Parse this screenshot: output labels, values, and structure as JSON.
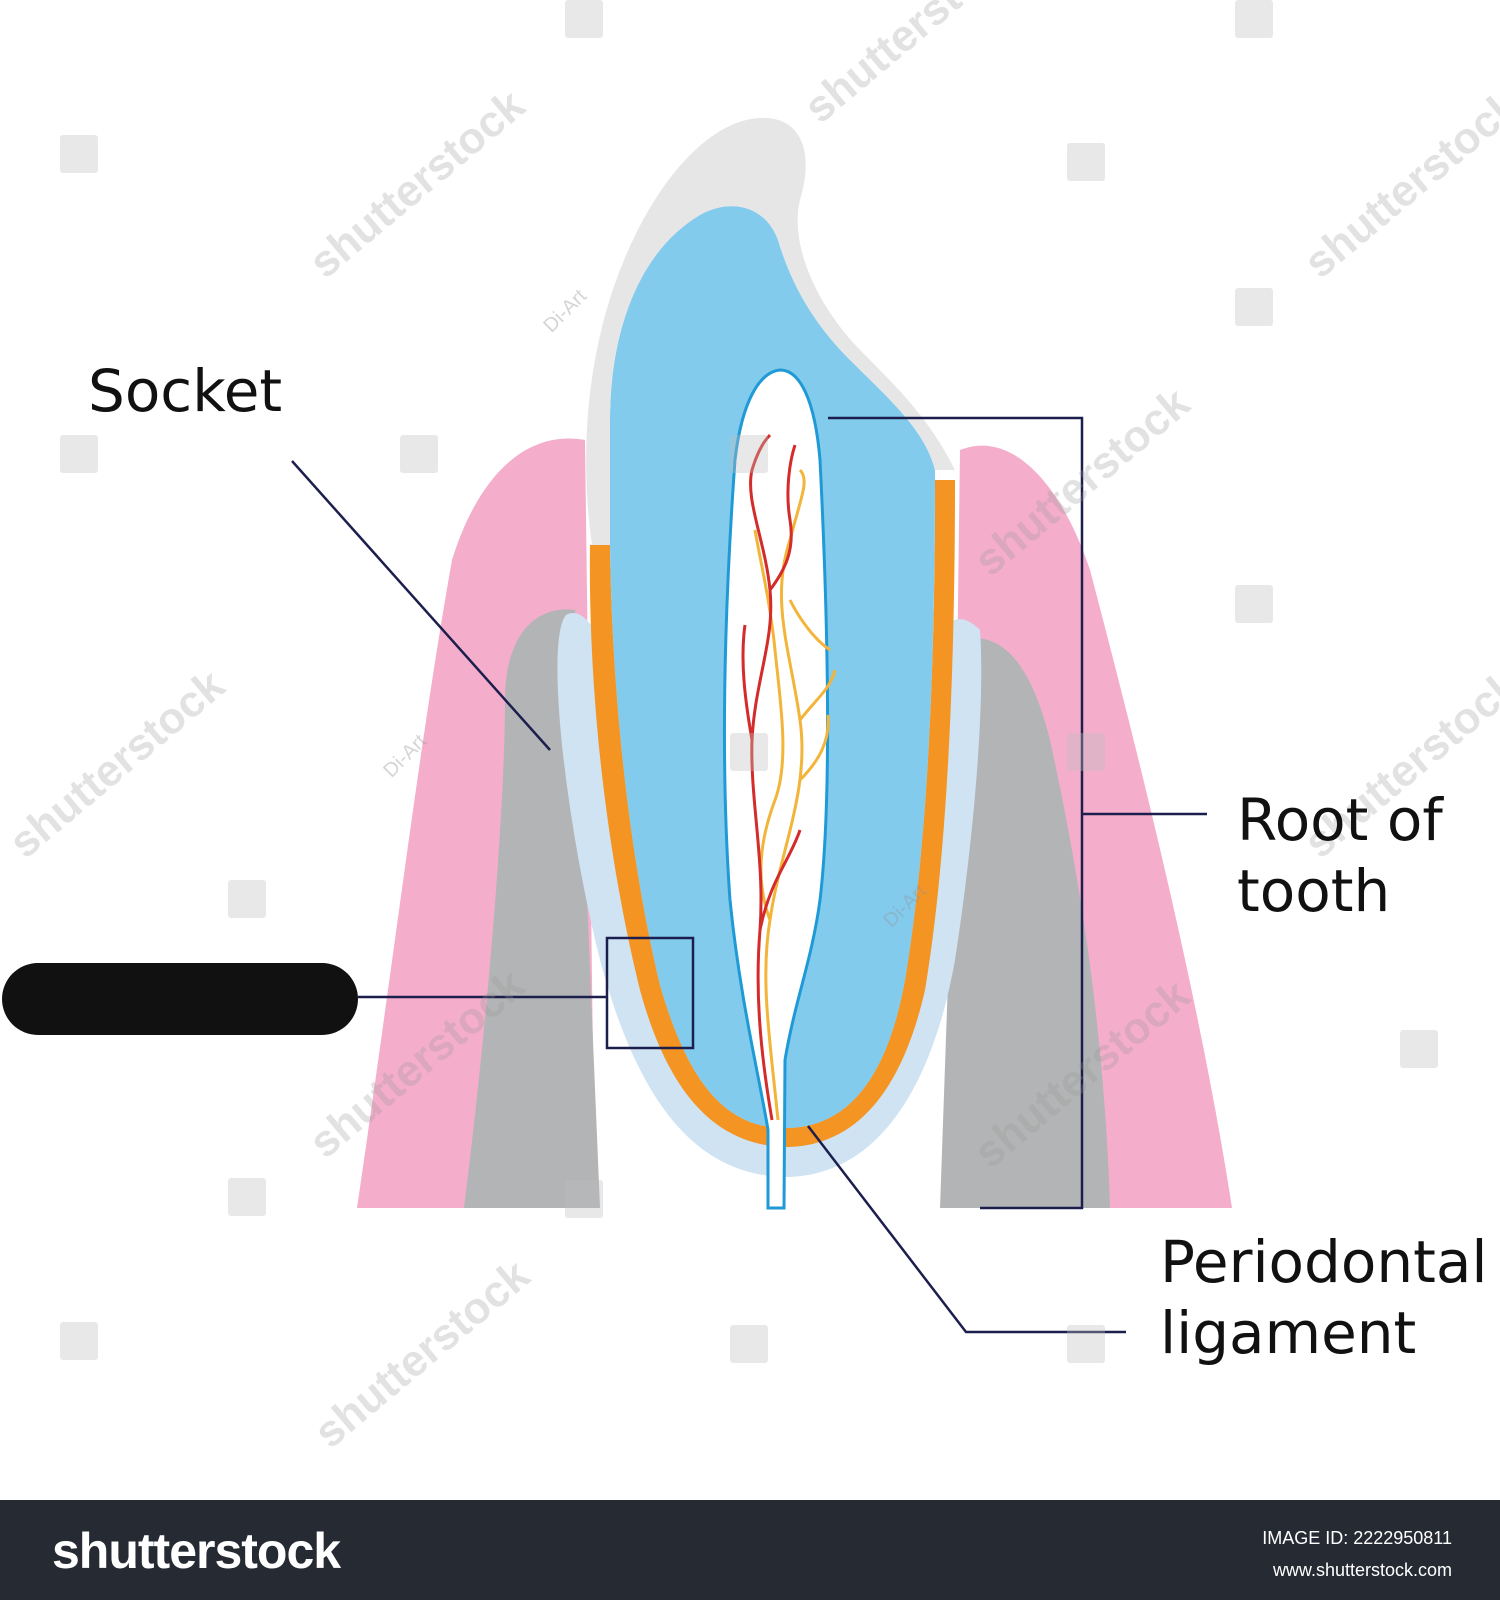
{
  "labels": {
    "socket": "Socket",
    "root_line1": "Root of",
    "root_line2": "tooth",
    "pdl_line1": "Periodontal",
    "pdl_line2": "ligament"
  },
  "watermark": {
    "brand": "shutterstock",
    "artist": "Di-Art"
  },
  "footer": {
    "brand": "shutterstock",
    "image_id": "IMAGE ID: 2222950811",
    "url": "www.shutterstock.com"
  },
  "colors": {
    "gum": "#f4aecb",
    "bone": "#b3b4b5",
    "ligament": "#cfe3f3",
    "cementum": "#f39423",
    "dentin": "#82cbed",
    "enamel": "#e6e6e6",
    "pulp": "#ffffff",
    "pulp_outline": "#1f9ad6",
    "artery": "#d42b2b",
    "nerve": "#f2b53a",
    "leader_line": "#1c1f4e",
    "footer_bg": "#262b33"
  }
}
